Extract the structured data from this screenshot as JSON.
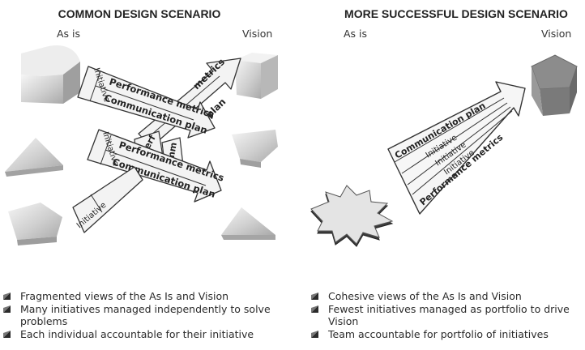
{
  "left": {
    "title": "COMMON DESIGN SCENARIO",
    "as_is": "As is",
    "vision": "Vision",
    "arrows": {
      "top_initiative": "Initiative",
      "top_metrics": "Performance metrics",
      "top_plan": "Communication plan",
      "up_metrics": "metrics",
      "up_plan": "plan",
      "mid_initiative": "Initiative",
      "mid_metrics": "Performance metrics",
      "mid_plan": "Communication plan",
      "mid_perf": "Perf",
      "mid_comm": "mm",
      "low_initiative": "Initiative"
    },
    "bullets": [
      "Fragmented views of the As Is and Vision",
      "Many initiatives managed independently to solve problems",
      "Each individual accountable for their initiative"
    ]
  },
  "right": {
    "title": "MORE SUCCESSFUL DESIGN SCENARIO",
    "as_is": "As is",
    "vision": "Vision",
    "arrow": {
      "plan": "Communication plan",
      "initiative_1": "Initiative",
      "initiative_2": "Initiative",
      "initiative_3": "Initiative",
      "metrics": "Performance metrics"
    },
    "bullets": [
      "Cohesive views of the As Is and Vision",
      "Fewest initiatives managed as portfolio to drive Vision",
      "Team accountable for portfolio of initiatives"
    ]
  }
}
